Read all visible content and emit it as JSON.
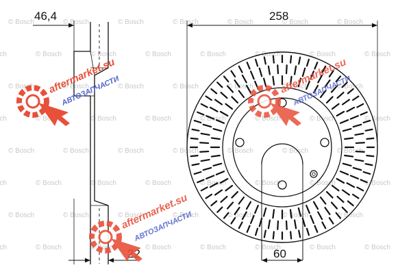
{
  "dimensions": {
    "hub_height": "46,4",
    "outer_diameter": "258",
    "center_bore": "60",
    "thickness": "22"
  },
  "watermark": {
    "text": "© Bosch"
  },
  "logo": {
    "name": "aftermarket.su",
    "tagline": "АВТОЗАПЧАСТИ"
  },
  "colors": {
    "line": "#111111",
    "watermark": "#c8c8c8",
    "logo_red": "#e8503a",
    "logo_blue": "#5566cc"
  },
  "icons": {
    "logo_mark": "gear-with-arrow-icon"
  }
}
